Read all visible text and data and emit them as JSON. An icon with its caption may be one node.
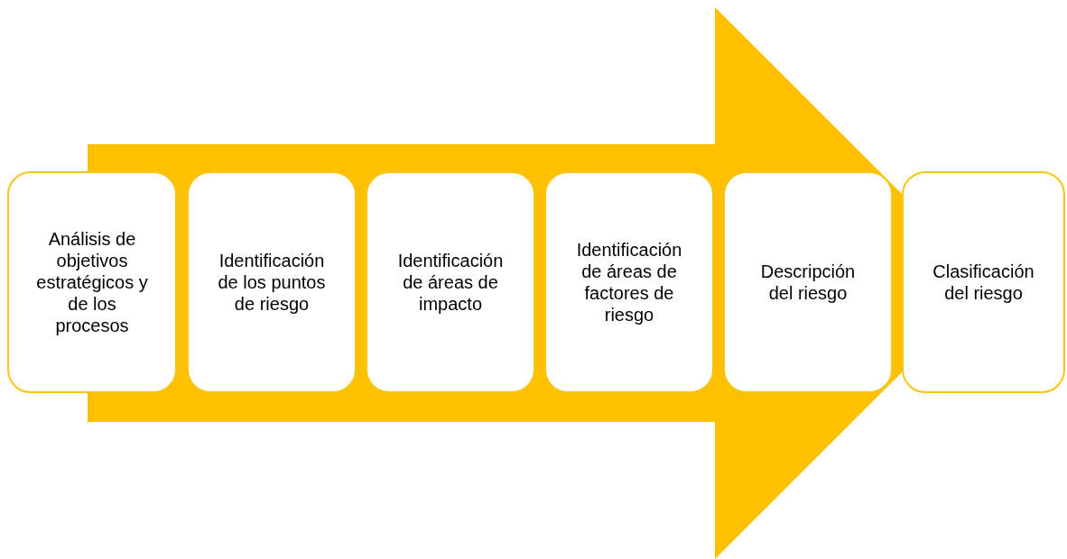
{
  "diagram": {
    "nodes": [
      {
        "text": [
          "Análisis de objetivos estratégicos y de los procesos"
        ]
      },
      {
        "text": [
          "Identificación de los puntos de riesgo"
        ]
      },
      {
        "text": [
          "Identificación de áreas de impacto"
        ]
      },
      {
        "text": [
          "Identificación de áreas de factores de riesgo"
        ]
      },
      {
        "text": [
          "Descripción del riesgo"
        ]
      },
      {
        "text": [
          "Clasificación del riesgo"
        ]
      }
    ],
    "edges": [
      {
        "from": 0,
        "to": 5,
        "arrow": "to"
      }
    ]
  }
}
